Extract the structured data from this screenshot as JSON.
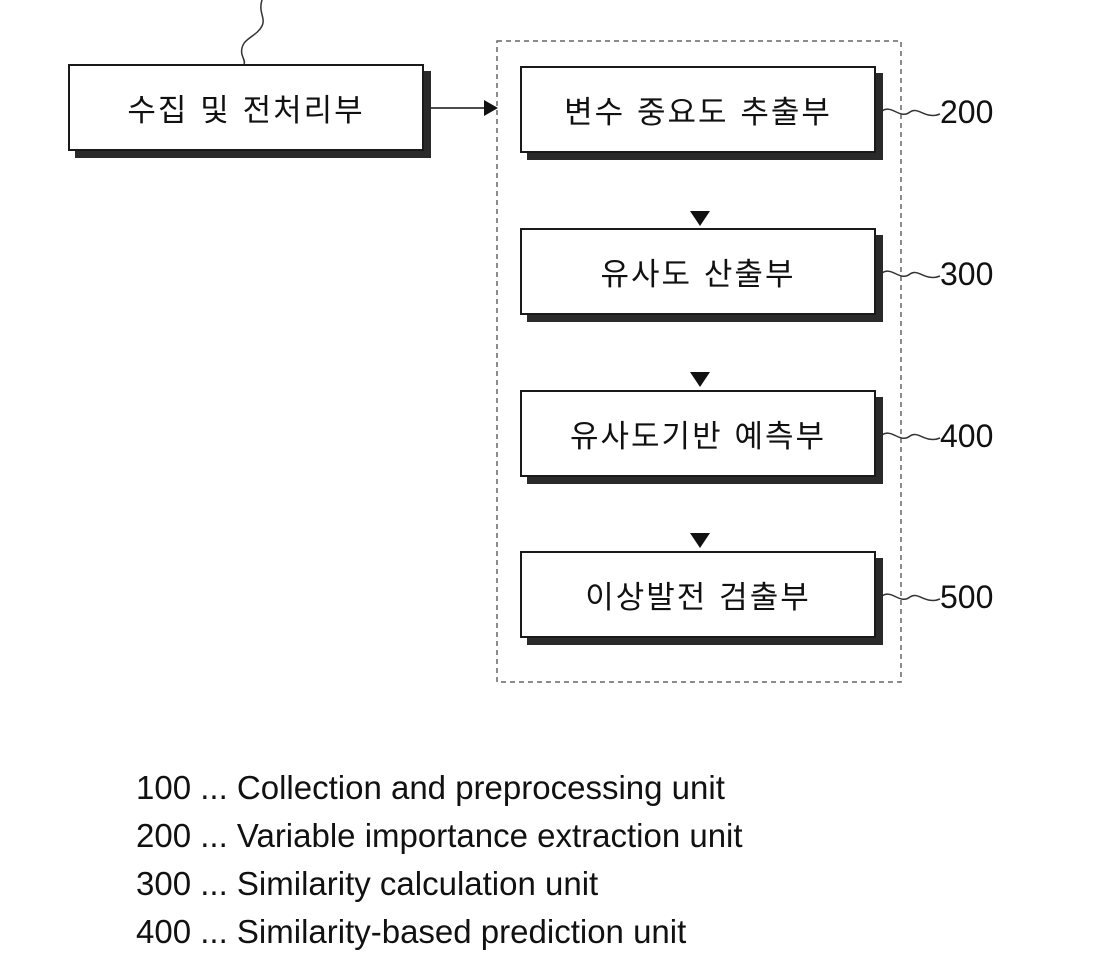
{
  "blocks": [
    {
      "id": "100",
      "label": "수집 및 전처리부"
    },
    {
      "id": "200",
      "label": "변수 중요도 추출부",
      "ref": "200"
    },
    {
      "id": "300",
      "label": "유사도 산출부",
      "ref": "300"
    },
    {
      "id": "400",
      "label": "유사도기반 예측부",
      "ref": "400"
    },
    {
      "id": "500",
      "label": "이상발전 검출부",
      "ref": "500"
    }
  ],
  "legend": [
    "100 ... Collection and preprocessing unit",
    "200 ... Variable importance extraction unit",
    "300 ... Similarity calculation unit",
    "400 ... Similarity-based prediction unit"
  ]
}
